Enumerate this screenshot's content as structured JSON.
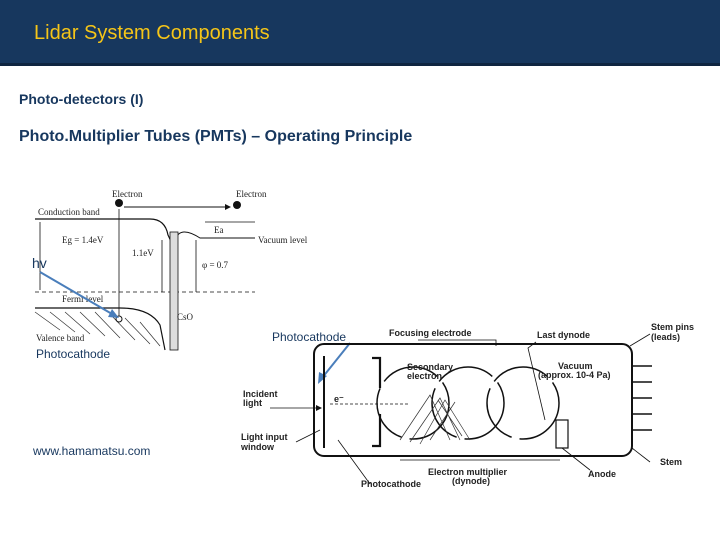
{
  "header": {
    "title": "Lidar System Components"
  },
  "subtitle1": "Photo-detectors (I)",
  "subtitle2": "Photo.Multiplier Tubes (PMTs) – Operating Principle",
  "labels": {
    "hv": "hv",
    "photocathode_left": "Photocathode",
    "photocathode_mid": "Photocathode",
    "source": "www.hamamatsu.com"
  },
  "band_diagram": {
    "electron_left": "Electron",
    "electron_right": "Electron",
    "conduction_band": "Conduction band",
    "eg": "Eg = 1.4eV",
    "ea": "Ea",
    "vacuum_level": "Vacuum level",
    "v11": "1.1eV",
    "phi": "φ = 0.7",
    "fermi_level": "Fermi level",
    "cso": "CsO",
    "valence_band": "Valence band"
  },
  "pmt_diagram": {
    "focusing_electrode": "Focusing electrode",
    "last_dynode": "Last dynode",
    "stem_pins": "Stem pins",
    "stem_pins_sub": "(leads)",
    "secondary_electron": "Secondary",
    "secondary_electron_sub": "electron",
    "vacuum": "Vacuum",
    "vacuum_sub": "(approx. 10-4 Pa)",
    "incident_light": "Incident",
    "incident_light_sub": "light",
    "e_minus": "e⁻",
    "light_input_window": "Light input",
    "light_input_window_sub": "window",
    "electron_multiplier": "Electron multiplier",
    "dynode": "(dynode)",
    "anode": "Anode",
    "stem": "Stem",
    "photocathode": "Photocathode"
  },
  "colors": {
    "header_bg": "#17375e",
    "title": "#f5c518",
    "text": "#17375e",
    "arrow": "#4a7ebb"
  }
}
